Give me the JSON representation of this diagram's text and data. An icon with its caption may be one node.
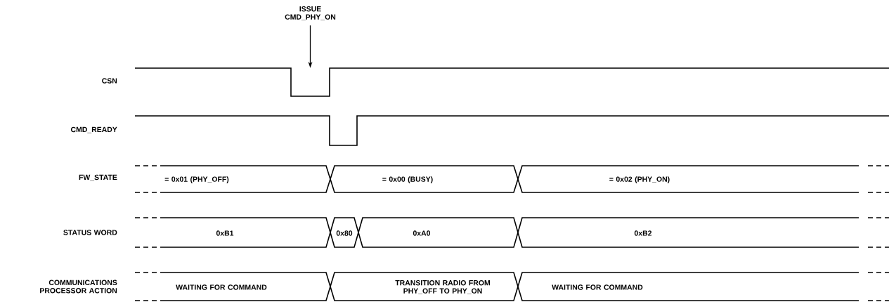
{
  "diagram": {
    "nodes": [
      {
        "text": [
          "ISSUE CMD_PHY_ON"
        ]
      },
      {
        "text": [],
        "shape": "line"
      },
      {
        "text": [
          "= 0x01 (PHY_OFF)"
        ]
      },
      {
        "text": [
          "= 0x00 (BUSY)"
        ]
      },
      {
        "text": [
          "= 0x02 (PHY_ON)"
        ]
      },
      {
        "text": [
          "0xB1"
        ]
      },
      {
        "text": [
          "0x80"
        ]
      },
      {
        "text": [
          "0xA0"
        ]
      },
      {
        "text": [
          "0xB2"
        ]
      },
      {
        "text": [
          "WAITING FOR COMMAND"
        ]
      },
      {
        "text": [
          "TRANSITION RADIO FROM PHY_OFF TO PHY_ON"
        ]
      },
      {
        "text": [
          "WAITING FOR COMMAND"
        ]
      }
    ],
    "edges": [
      {
        "from": 0,
        "to": 1,
        "arrow": "to"
      }
    ],
    "labels": [
      "CSN",
      "CMD_READY",
      "FW_STATE",
      "STATUS WORD",
      "COMMUNICATIONS PROCESSOR ACTION"
    ]
  }
}
